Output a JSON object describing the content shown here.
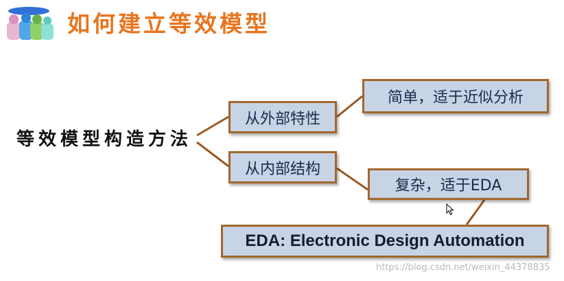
{
  "title": "如何建立等效模型",
  "root_label": "等效模型构造方法",
  "nodes": {
    "external": "从外部特性",
    "internal": "从内部结构",
    "simple": "简单，适于近似分析",
    "complex": "复杂，适于EDA",
    "eda": "EDA: Electronic Design Automation"
  },
  "watermark": "https://blog.csdn.net/weixin_44378835",
  "colors": {
    "title": "#e8741e",
    "box_fill": "#c7d4e6",
    "box_border": "#a2672c",
    "connector": "#9a5a22"
  },
  "icons": {
    "logo": "people-group-logo-icon",
    "cursor": "mouse-pointer-icon"
  }
}
